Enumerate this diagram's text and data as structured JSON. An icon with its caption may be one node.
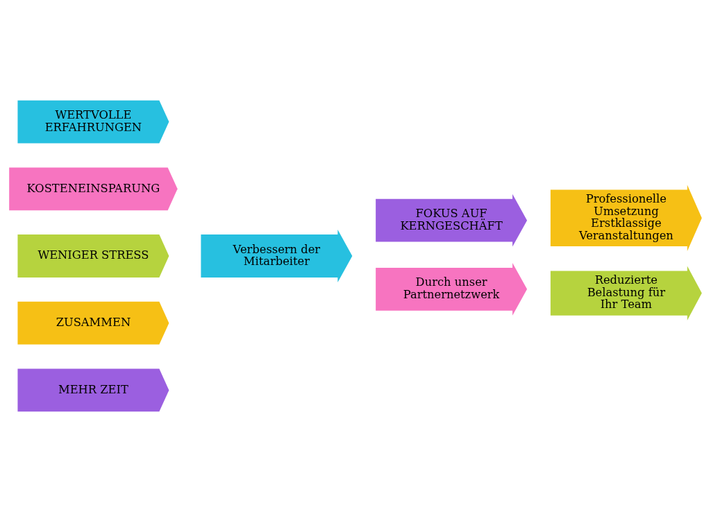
{
  "diagram": {
    "nodes": [
      {
        "text": [
          "MEHR ZEIT"
        ]
      },
      {
        "text": [
          "ZUSAMMEN"
        ]
      },
      {
        "text": [
          "WENIGER STRESS"
        ]
      },
      {
        "text": [
          "KOSTENEINSPARUNG"
        ]
      },
      {
        "text": [
          "WERTVOLLE ERFAHRUNGEN"
        ]
      },
      {
        "text": [
          "FOKUS AUF KERNGESCHÄFT"
        ]
      },
      {
        "text": [
          "Professionelle Umsetzung Erstklassige Veranstaltungen"
        ]
      },
      {
        "text": [
          "Reduzierte Belastung für Ihr Team"
        ]
      },
      {
        "text": [
          "Durch unser Partnernetzwerk"
        ]
      },
      {
        "text": [
          "Verbessern der Mitarbeiter"
        ]
      }
    ]
  }
}
